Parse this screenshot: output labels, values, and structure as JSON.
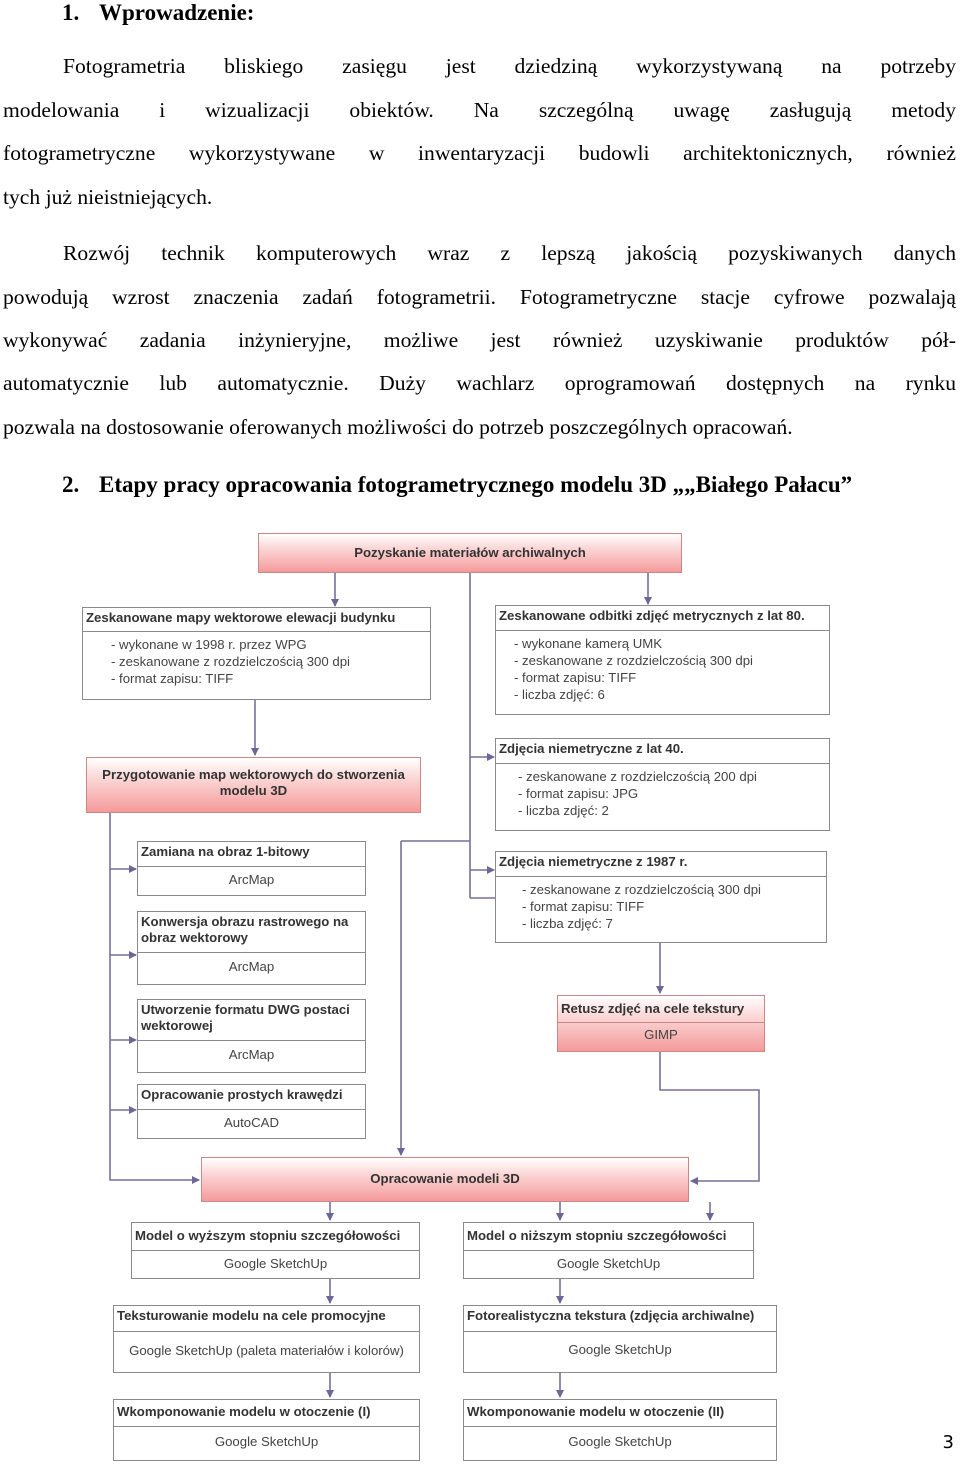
{
  "section1": {
    "number": "1.",
    "title": "Wprowadzenie:",
    "p1_lines": [
      "Fotogrametria bliskiego zasięgu jest dziedziną wykorzystywaną na potrzeby",
      "modelowania i wizualizacji obiektów. Na szczególną uwagę zasługują metody",
      "fotogrametryczne wykorzystywane w inwentaryzacji budowli architektonicznych, również",
      "tych już nieistniejących."
    ],
    "p2_lines": [
      "Rozwój technik komputerowych wraz z lepszą jakością pozyskiwanych danych",
      "powodują wzrost znaczenia zadań fotogrametrii. Fotogrametryczne stacje cyfrowe pozwalają",
      "wykonywać zadania inżynieryjne, możliwe jest również uzyskiwanie produktów pół-",
      "automatycznie lub automatycznie. Duży wachlarz oprogramowań dostępnych na rynku",
      "pozwala na dostosowanie oferowanych możliwości do potrzeb poszczególnych opracowań."
    ]
  },
  "section2": {
    "number": "2.",
    "title": "Etapy pracy opracowania fotogrametrycznego modelu 3D „„Białego Pałacu”"
  },
  "diagram": {
    "top": "Pozyskanie materiałów archiwalnych",
    "maps": {
      "title": "Zeskanowane mapy wektorowe elewacji budynku",
      "lines": [
        "- wykonane w 1998 r. przez WPG",
        "- zeskanowane z rozdzielczością 300 dpi",
        "- format zapisu: TIFF"
      ]
    },
    "photos80": {
      "title": "Zeskanowane odbitki zdjęć metrycznych z lat 80.",
      "lines": [
        "- wykonane kamerą UMK",
        "- zeskanowane z rozdzielczością 300 dpi",
        "- format zapisu: TIFF",
        "- liczba zdjęć: 6"
      ]
    },
    "photos40": {
      "title": "Zdjęcia niemetryczne z lat 40.",
      "lines": [
        "- zeskanowane z rozdzielczością 200 dpi",
        "- format zapisu: JPG",
        "- liczba zdjęć: 2"
      ]
    },
    "photos1987": {
      "title": "Zdjęcia niemetryczne z 1987 r.",
      "lines": [
        "- zeskanowane z rozdzielczością 300 dpi",
        "- format zapisu: TIFF",
        "- liczba zdjęć: 7"
      ]
    },
    "prep": "Przygotowanie map wektorowych do stworzenia modelu 3D",
    "step1": {
      "title": "Zamiana na obraz 1-bitowy",
      "sw": "ArcMap"
    },
    "step2": {
      "title": "Konwersja obrazu rastrowego na obraz wektorowy",
      "sw": "ArcMap"
    },
    "step3": {
      "title": "Utworzenie formatu DWG postaci wektorowej",
      "sw": "ArcMap"
    },
    "step4": {
      "title": "Opracowanie prostych krawędzi",
      "sw": "AutoCAD"
    },
    "retouch": {
      "title": "Retusz zdjęć na cele tekstury",
      "sw": "GIMP"
    },
    "models": "Opracowanie modeli 3D",
    "hiModel": {
      "title": "Model o wyższym stopniu szczegółowości",
      "sw": "Google SketchUp"
    },
    "loModel": {
      "title": "Model o niższym stopniu szczegółowości",
      "sw": "Google SketchUp"
    },
    "texPromo": {
      "title": "Teksturowanie modelu na cele promocyjne",
      "sw": "Google SketchUp (paleta materiałów i kolorów)"
    },
    "texPhoto": {
      "title": "Fotorealistyczna tekstura (zdjęcia archiwalne)",
      "sw": "Google SketchUp"
    },
    "env1": {
      "title": "Wkomponowanie modelu w otoczenie (I)",
      "sw": "Google SketchUp"
    },
    "env2": {
      "title": "Wkomponowanie modelu w otoczenie (II)",
      "sw": "Google SketchUp"
    }
  },
  "page_number": "3",
  "colors": {
    "box_pink": "#f59a9a",
    "connector": "#7a6f9a",
    "box_border": "#8a8a8a"
  }
}
